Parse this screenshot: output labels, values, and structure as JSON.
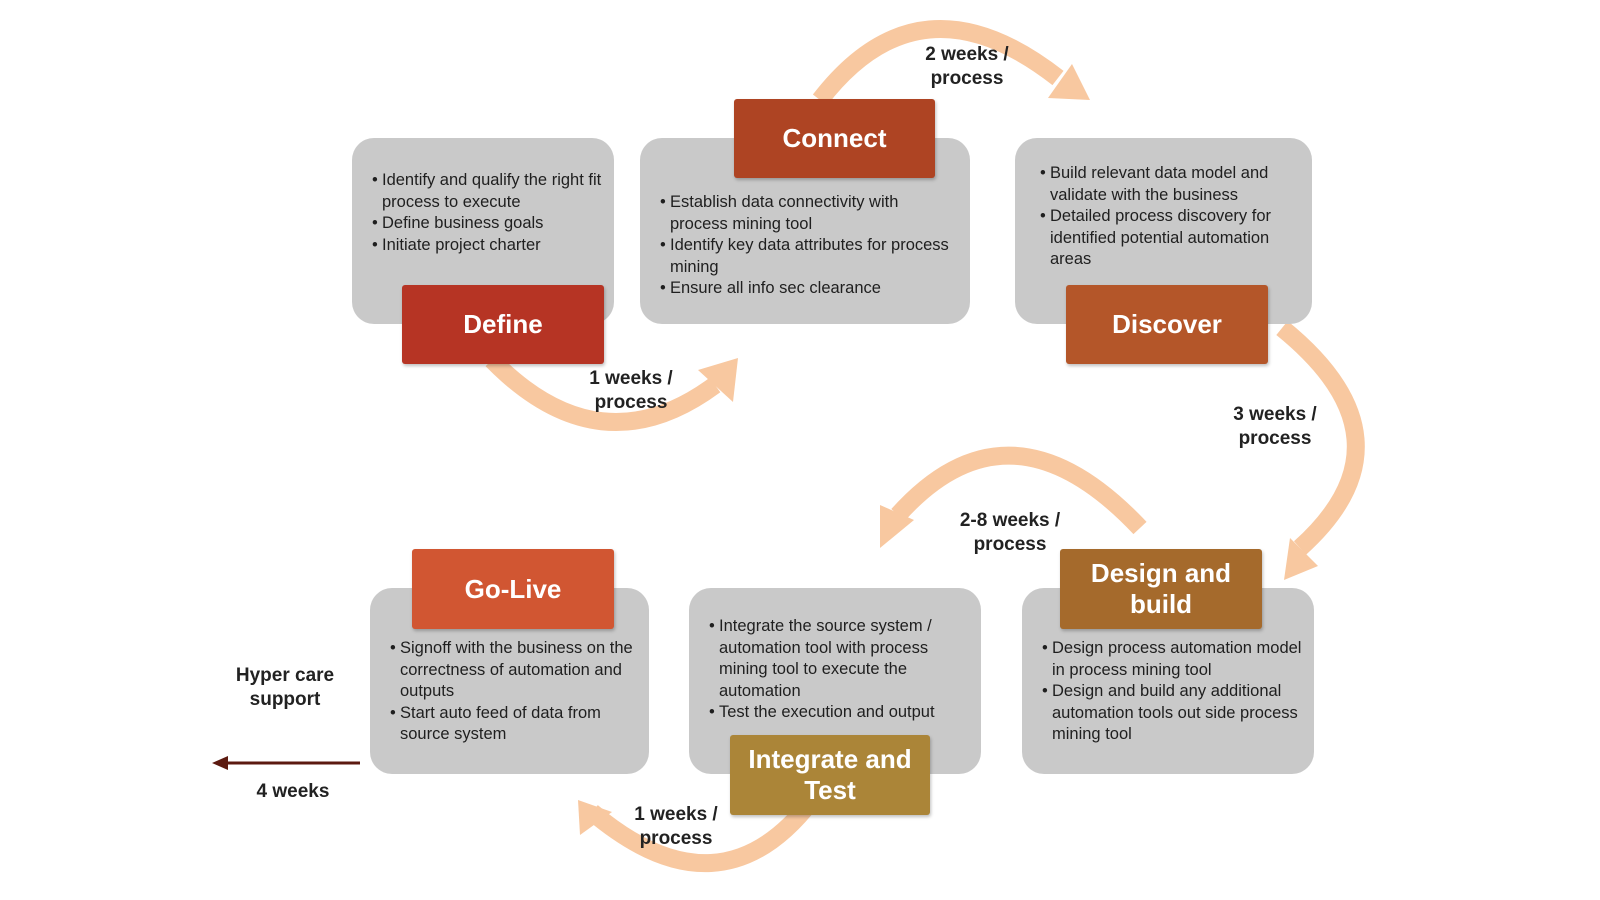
{
  "colors": {
    "card_bg": "#c9c9c9",
    "arrow": "#f8c8a0",
    "define": "#b63424",
    "connect": "#ae4423",
    "discover": "#b45629",
    "design": "#a56a2c",
    "integrate": "#ab8538",
    "golive": "#d15632",
    "hypercare_arrow": "#5c1a10"
  },
  "stages": {
    "define": {
      "label": "Define",
      "bullets": [
        "Identify and qualify the right fit process to execute",
        "Define business goals",
        "Initiate project charter"
      ]
    },
    "connect": {
      "label": "Connect",
      "bullets": [
        "Establish data connectivity with process mining tool",
        "Identify key data attributes for process mining",
        "Ensure all info sec clearance"
      ]
    },
    "discover": {
      "label": "Discover",
      "bullets": [
        "Build relevant data model and validate with the business",
        "Detailed process discovery for identified potential automation areas"
      ]
    },
    "design": {
      "label": "Design and build",
      "bullets": [
        "Design process automation model in process mining tool",
        "Design and build any additional automation tools out side process mining tool"
      ]
    },
    "integrate": {
      "label": "Integrate and Test",
      "bullets": [
        "Integrate the source system / automation tool with process mining tool to execute the automation",
        "Test the execution and output"
      ]
    },
    "golive": {
      "label": "Go-Live",
      "bullets": [
        "Signoff with the business on the correctness of automation and outputs",
        "Start auto feed of data from source system"
      ]
    }
  },
  "durations": {
    "define_to_connect": "1 weeks / process",
    "connect_to_discover": "2 weeks / process",
    "discover_to_design": "3 weeks / process",
    "design_to_integrate": "2-8 weeks / process",
    "integrate_to_golive": "1 weeks / process",
    "hypercare": "Hyper care support",
    "hypercare_duration": "4 weeks"
  }
}
